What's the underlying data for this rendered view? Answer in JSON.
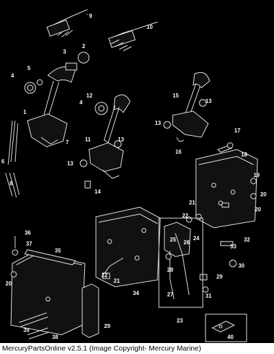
{
  "caption": "MercuryPartsOnline v2.5.1 (Image Copyright- Mercury Marine)",
  "callouts": [
    "1",
    "2",
    "3",
    "4",
    "5",
    "6",
    "7",
    "8",
    "9",
    "10",
    "11",
    "12",
    "13",
    "14",
    "15",
    "16",
    "17",
    "18",
    "19",
    "20",
    "21",
    "22",
    "23",
    "24",
    "25",
    "26",
    "27",
    "28",
    "29",
    "30",
    "31",
    "32",
    "33",
    "34",
    "35",
    "36",
    "37",
    "38",
    "39",
    "40"
  ],
  "colors": {
    "background": "#000000",
    "line": "#e6e6e6",
    "caption_bg": "#ffffff",
    "caption_text": "#000000"
  }
}
